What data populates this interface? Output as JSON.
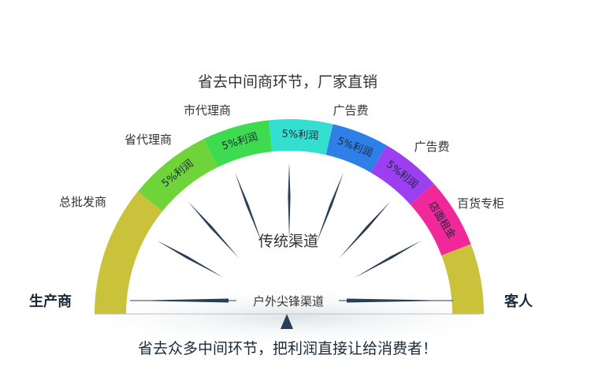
{
  "headline": "省去中间商环节，厂家直销",
  "center_label": "传统渠道",
  "bar_label": "户外尖锋渠道",
  "left_end": "生产商",
  "right_end": "客人",
  "bottom_text": "省去众多中间环节，把利润直接让给消费者！",
  "segments": [
    {
      "label": "",
      "color": "#c9c23a"
    },
    {
      "label": "5%利润",
      "color": "#6fd43a"
    },
    {
      "label": "5%利润",
      "color": "#3ddc4e"
    },
    {
      "label": "5%利润",
      "color": "#33e0d0"
    },
    {
      "label": "5%利润",
      "color": "#2f7fe8"
    },
    {
      "label": "5%利润",
      "color": "#9b3ff0"
    },
    {
      "label": "店面租金",
      "color": "#f0289a"
    },
    {
      "label": "",
      "color": "#c9c23a"
    }
  ],
  "outer_labels": [
    "总批发商",
    "省代理商",
    "市代理商",
    "广告费",
    "广告费",
    "百货专柜"
  ],
  "colors": {
    "text": "#333333",
    "dark": "#1a2a3a",
    "arrow": "#2a3f55",
    "shadow": "#e8ecef"
  }
}
